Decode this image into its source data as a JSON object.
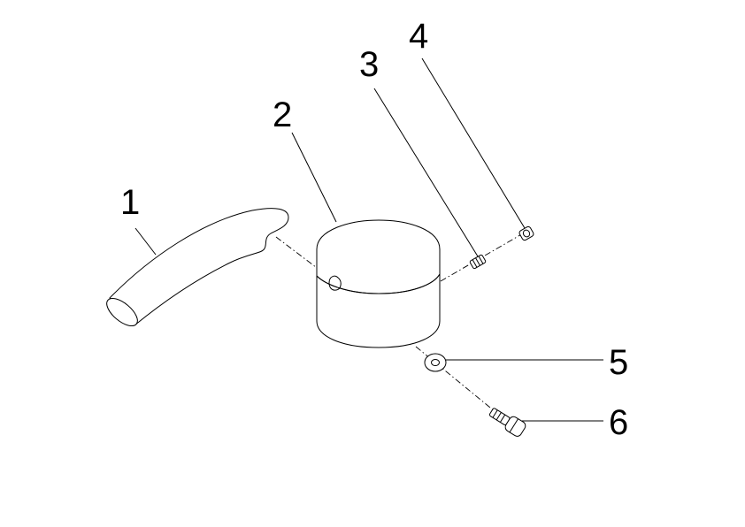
{
  "diagram": {
    "type": "exploded-parts-view",
    "callouts": [
      {
        "id": "1",
        "label": "1"
      },
      {
        "id": "2",
        "label": "2"
      },
      {
        "id": "3",
        "label": "3"
      },
      {
        "id": "4",
        "label": "4"
      },
      {
        "id": "5",
        "label": "5"
      },
      {
        "id": "6",
        "label": "6"
      }
    ],
    "colors": {
      "stroke": "#000000",
      "fill": "#ffffff"
    }
  }
}
